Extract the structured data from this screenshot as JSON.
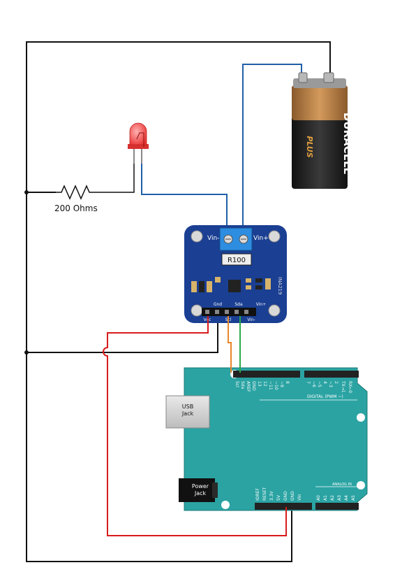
{
  "resistor": {
    "label": "200 Ohms"
  },
  "battery": {
    "brand": "DURACELL",
    "sub": "PLUS"
  },
  "sensor": {
    "vin_minus": "Vin-",
    "vin_plus": "Vin+",
    "shunt": "R100",
    "chip": "INA219",
    "pin_labels_top": [
      "Gnd",
      "Sda",
      "Vin+"
    ],
    "pin_labels_bottom": [
      "Vcc",
      "Scl",
      "Vin-"
    ]
  },
  "arduino": {
    "usb": [
      "USB",
      "Jack"
    ],
    "power": [
      "Power",
      "Jack"
    ],
    "top_header": [
      "Scl",
      "Sda",
      "AREF",
      "GND",
      "13",
      "12",
      "~11",
      "~10",
      "~9",
      "8",
      "7",
      "~6",
      "~5",
      "4",
      "~3",
      "2",
      "TX→1",
      "RX←0"
    ],
    "digital_label": "DIGITAL (PWM ~)",
    "bottom_power": [
      "IOREF",
      "RESET",
      "3.3V",
      "5V",
      "GND",
      "GND",
      "Vin"
    ],
    "analog_pins": [
      "A0",
      "A1",
      "A2",
      "A3",
      "A4",
      "A5"
    ],
    "analog_label": "ANALOG IN"
  },
  "colors": {
    "wire_black": "#111111",
    "wire_blue": "#1f5fa8",
    "wire_red": "#d81b1b",
    "wire_orange": "#e8862a",
    "wire_green": "#2aa84a",
    "board_teal": "#2ba3a3",
    "sensor_blue": "#1a3f93"
  }
}
